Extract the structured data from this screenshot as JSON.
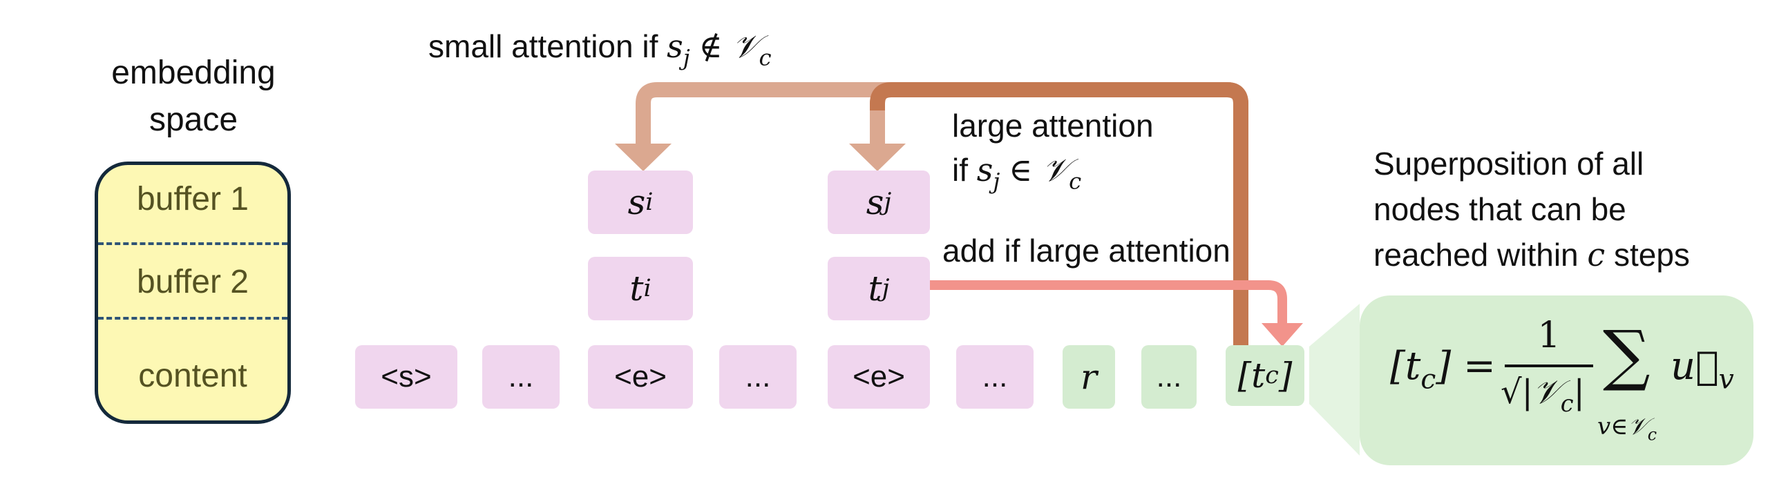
{
  "embedding": {
    "title_line1": "embedding",
    "title_line2": "space",
    "buffer1": "buffer 1",
    "buffer2": "buffer 2",
    "content": "content"
  },
  "tokens": {
    "row": [
      "<s>",
      "...",
      "<e>",
      "...",
      "<e>",
      "...",
      "r",
      "...",
      "[t",
      "c",
      "]"
    ],
    "si": "s",
    "si_sub": "i",
    "sj": "s",
    "sj_sub": "j",
    "ti": "t",
    "ti_sub": "i",
    "tj": "t",
    "tj_sub": "j"
  },
  "annotations": {
    "small_attention_prefix": "small attention if",
    "small_attention_cond": "s",
    "small_attention_sub": "j",
    "small_attention_rel": "∉ 𝒱",
    "small_attention_rel_sub": "c",
    "large_attention_line1": "large attention",
    "large_attention_prefix": "if",
    "large_attention_cond": "s",
    "large_attention_sub": "j",
    "large_attention_rel": "∈ 𝒱",
    "large_attention_rel_sub": "c",
    "add_if_large": "add if large attention"
  },
  "superposition": {
    "line1": "Superposition of all",
    "line2": "nodes that can be",
    "line3_prefix": "reached within",
    "line3_var": "c",
    "line3_suffix": "steps"
  },
  "formula": {
    "lhs": "[t",
    "lhs_sub": "c",
    "lhs_close": "] =",
    "numerator": "1",
    "denominator": "√|𝒱",
    "denominator_sub": "c",
    "denominator_close": "|",
    "sum": "∑",
    "sum_index": "v∈𝒱",
    "sum_index_sub": "c",
    "term": "u⃗",
    "term_sub": "v"
  },
  "colors": {
    "pink_token": "#f0d6ee",
    "green_token": "#d4ecd0",
    "buffer_fill": "#fdf8b4",
    "arrow_small": "#dba890",
    "arrow_large": "#c47850",
    "arrow_add": "#f2938b"
  }
}
